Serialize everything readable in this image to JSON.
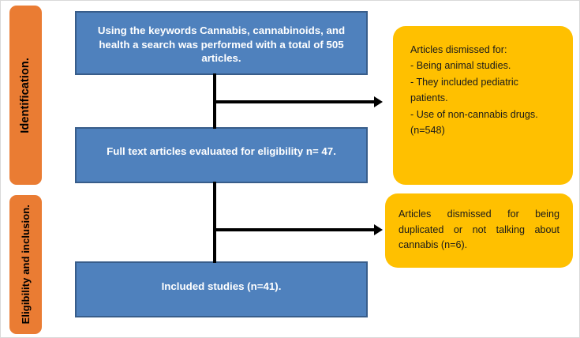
{
  "diagram": {
    "title": "PRISMA study selection flow diagram",
    "colors": {
      "stage_label_fill": "#ea7c33",
      "process_box_fill": "#4f81bd",
      "process_box_border": "#385d8a",
      "process_box_text": "#ffffff",
      "exclusion_box_fill": "#ffc000",
      "exclusion_box_text": "#1a1a1a",
      "connector": "#000000",
      "background": "#ffffff"
    }
  },
  "stages": [
    {
      "id": "identification",
      "label": "Identification."
    },
    {
      "id": "eligibility-inclusion",
      "label": "Eligibility and inclusion."
    }
  ],
  "process_boxes": [
    {
      "id": "search",
      "text": "Using the keywords Cannabis, cannabinoids, and health a search was performed with a total of 505 articles.",
      "n": 505
    },
    {
      "id": "full-text",
      "text": "Full text articles evaluated for eligibility n= 47.",
      "n": 47
    },
    {
      "id": "included",
      "text": "Included studies (n=41).",
      "n": 41
    }
  ],
  "exclusion_boxes": [
    {
      "id": "exclusion-1",
      "heading": "Articles dismissed for:",
      "reasons": [
        " - Being animal studies.",
        " - They included pediatric patients.",
        " - Use of non-cannabis drugs."
      ],
      "count_text": "(n=548)",
      "n": 548
    },
    {
      "id": "exclusion-2",
      "text": "Articles dismissed for being duplicated or not talking about cannabis (n=6).",
      "n": 6
    }
  ],
  "connectors": [
    {
      "id": "search-to-fulltext",
      "type": "vertical"
    },
    {
      "id": "search-to-exclusion-1",
      "type": "arrow-right"
    },
    {
      "id": "fulltext-to-included",
      "type": "vertical"
    },
    {
      "id": "fulltext-to-exclusion-2",
      "type": "arrow-right"
    }
  ]
}
